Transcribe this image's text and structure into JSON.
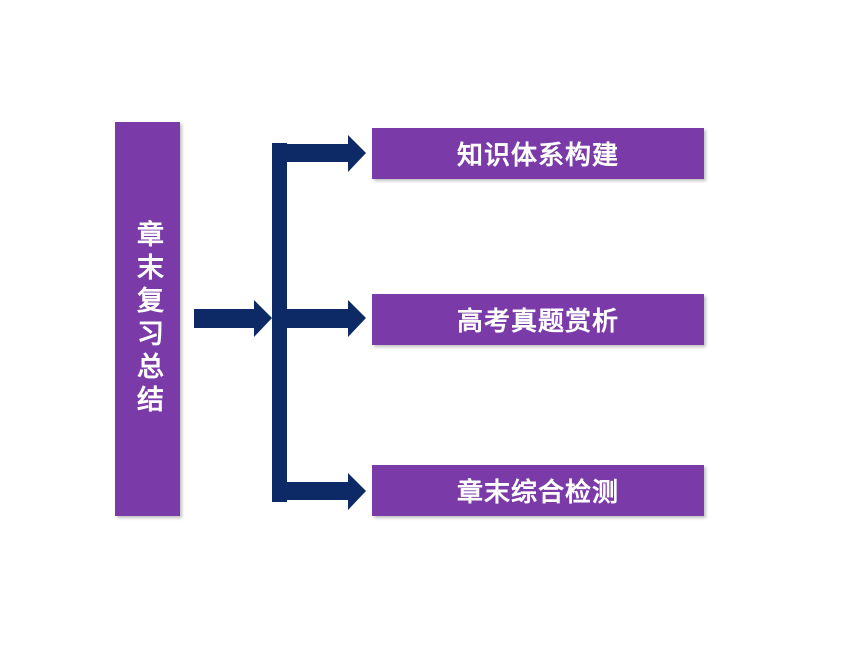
{
  "diagram": {
    "main_title": "章末复习总结",
    "items": [
      {
        "label": "知识体系构建"
      },
      {
        "label": "高考真题赏析"
      },
      {
        "label": "章末综合检测"
      }
    ]
  },
  "colors": {
    "box_fill": "#7a3aa8",
    "arrow_fill": "#0d2a66",
    "text": "#ffffff",
    "background": "#ffffff"
  }
}
